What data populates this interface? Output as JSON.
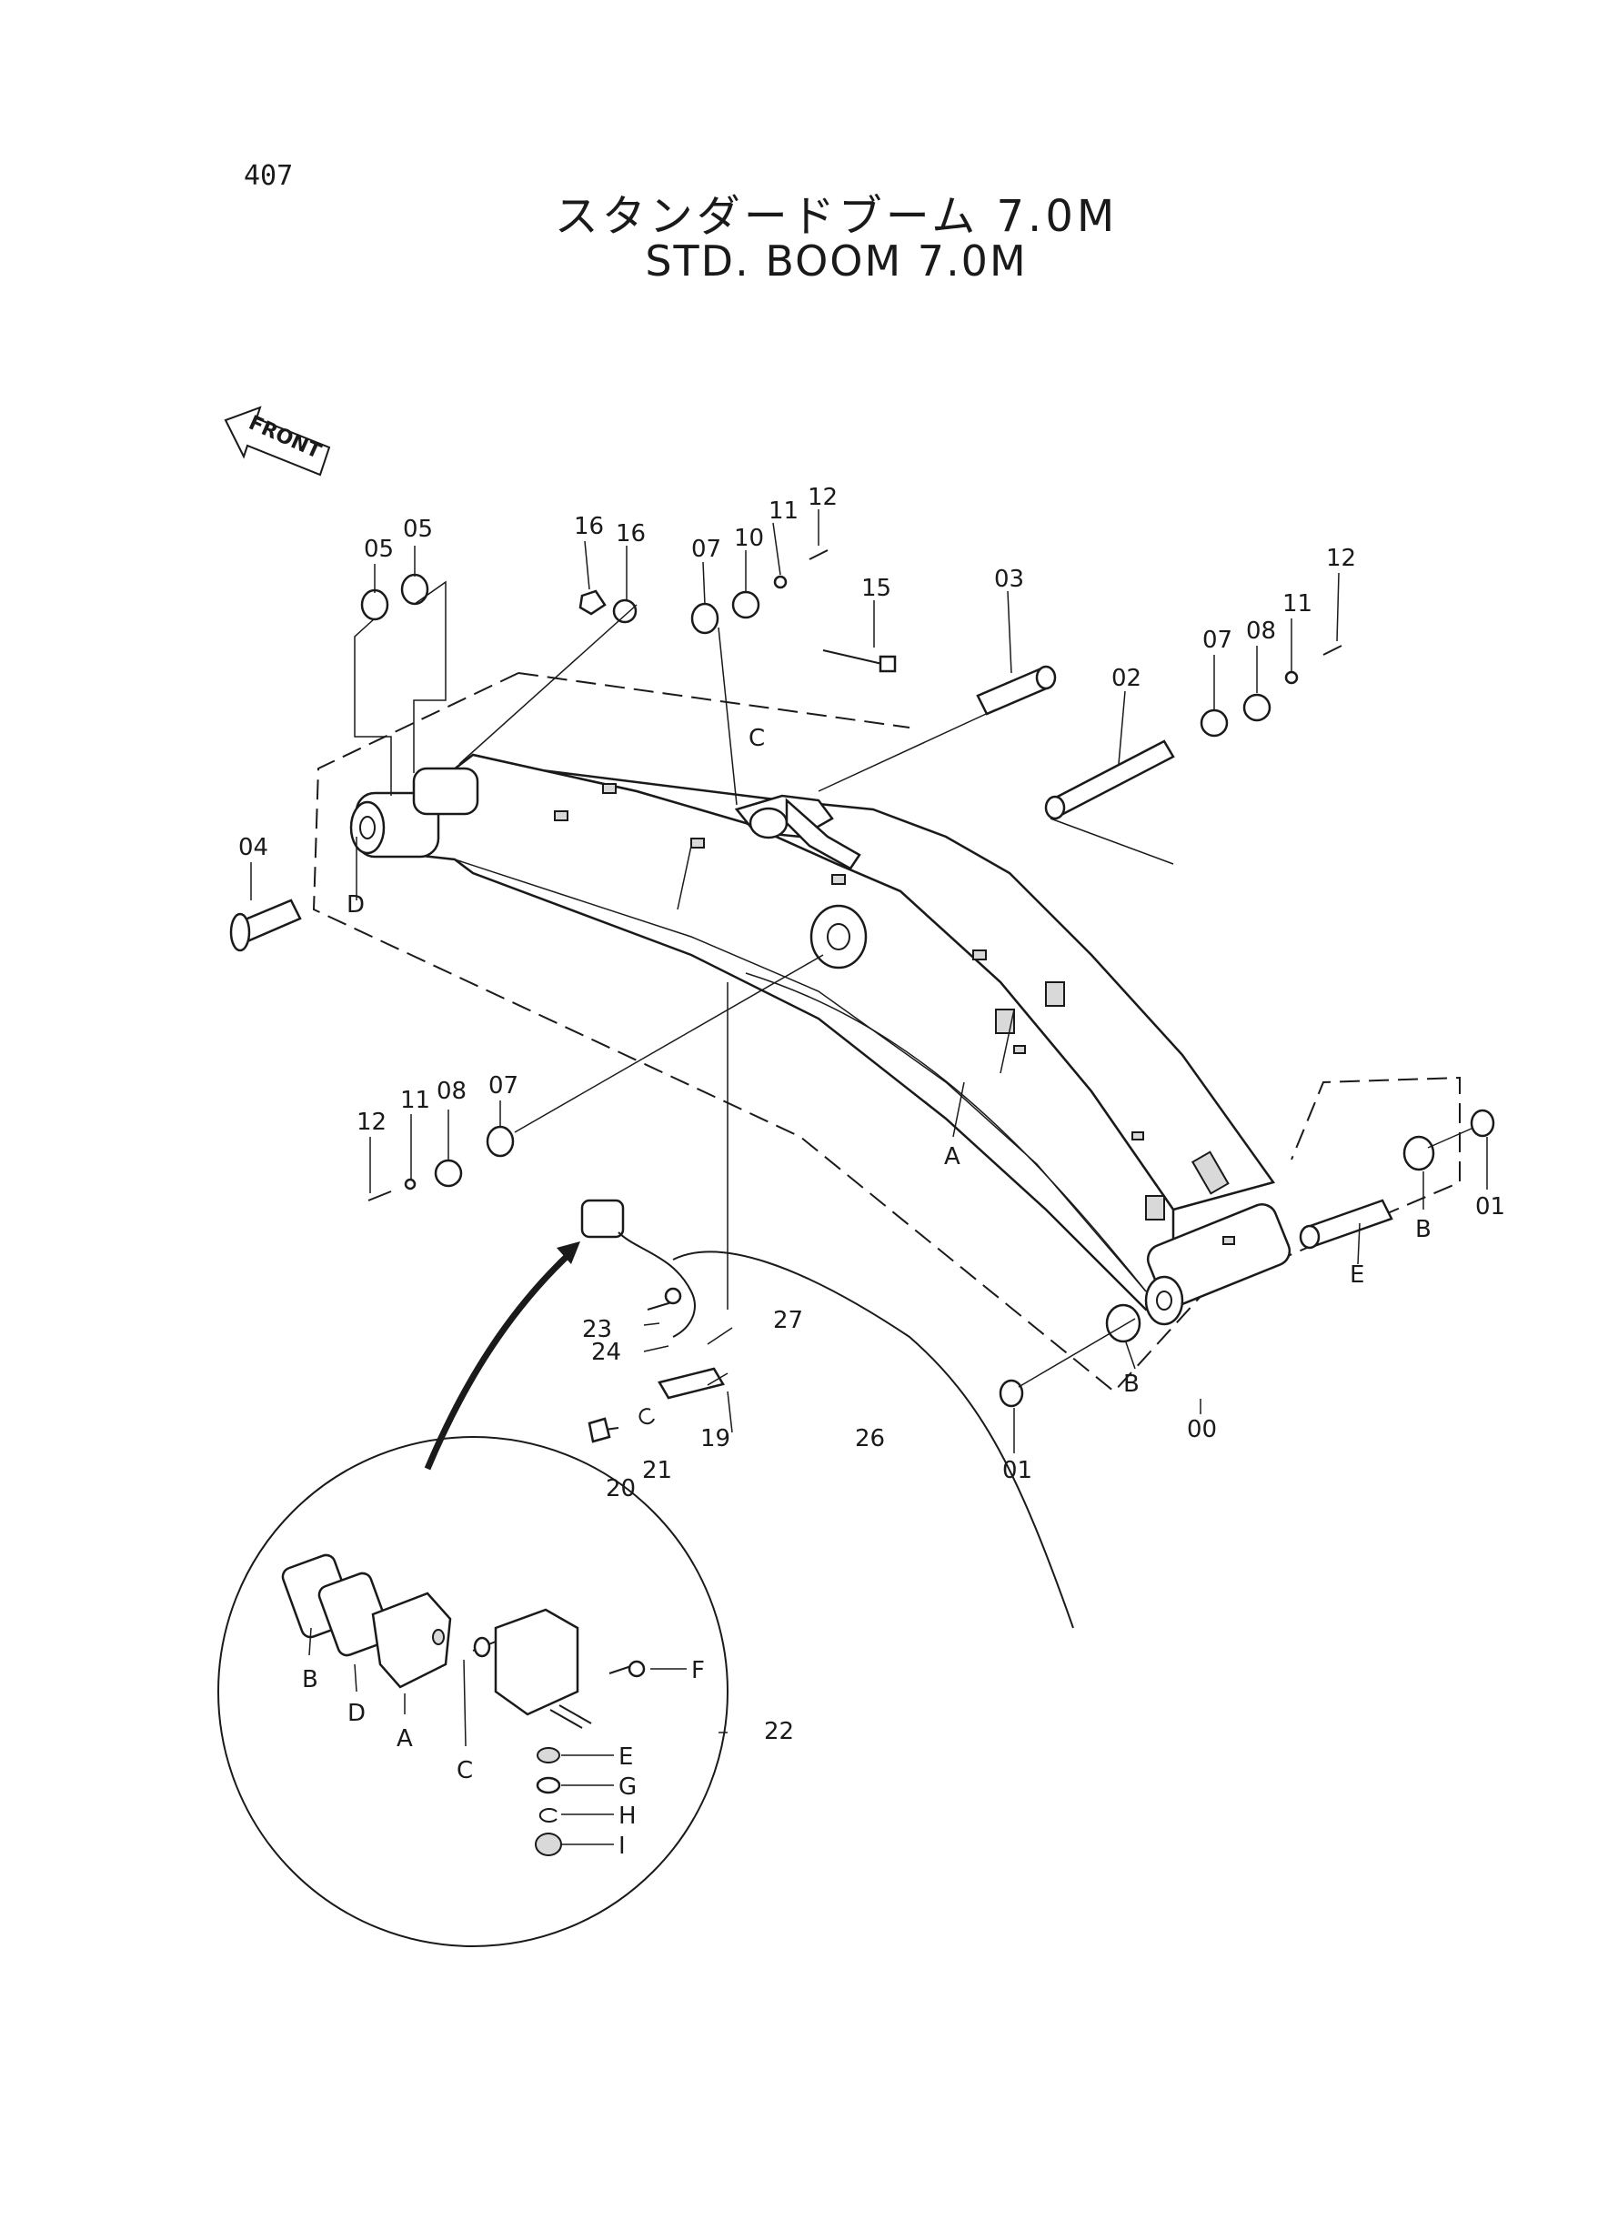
{
  "page_number": "407",
  "title_jp": "スタンダードブーム 7.0M",
  "title_en": "STD. BOOM 7.0M",
  "front_label": "FRONT",
  "labels": {
    "l00": "00",
    "l01a": "01",
    "l01b": "01",
    "l02": "02",
    "l03": "03",
    "l04": "04",
    "l05a": "05",
    "l05b": "05",
    "l07a": "07",
    "l07b": "07",
    "l07c": "07",
    "l08a": "08",
    "l08b": "08",
    "l10": "10",
    "l11a": "11",
    "l11b": "11",
    "l11c": "11",
    "l12a": "12",
    "l12b": "12",
    "l12c": "12",
    "l15": "15",
    "l16a": "16",
    "l16b": "16",
    "l19": "19",
    "l20": "20",
    "l21": "21",
    "l22": "22",
    "l23": "23",
    "l24": "24",
    "l26": "26",
    "l27": "27",
    "lA": "A",
    "lB1": "B",
    "lB2": "B",
    "lC": "C",
    "lD": "D",
    "lE": "E",
    "dA": "A",
    "dB": "B",
    "dC": "C",
    "dD": "D",
    "dE": "E",
    "dF": "F",
    "dG": "G",
    "dH": "H",
    "dI": "I"
  }
}
